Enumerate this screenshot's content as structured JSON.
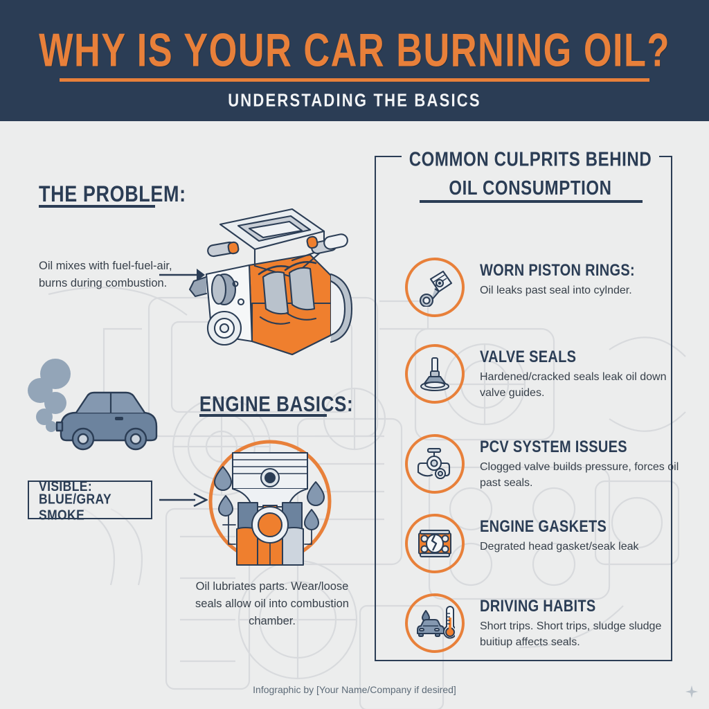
{
  "header": {
    "title": "WHY IS YOUR CAR BURNING OIL?",
    "subtitle": "UNDERSTADING THE BASICS",
    "bg_color": "#2b3d55",
    "accent_color": "#e8803a"
  },
  "left": {
    "problem_heading": "THE PROBLEM:",
    "problem_body": "Oil mixes with fuel-fuel-air, burns during combustion.",
    "visible_label_line1": "VISIBLE:",
    "visible_label_line2": "BLUE/GRAY SMOKE",
    "basics_heading": "ENGINE BASICS:",
    "basics_body": "Oil lubriates parts. Wear/loose seals allow oil into combustion chamber."
  },
  "culprits": {
    "title_line1": "COMMON CULPRITS BEHIND",
    "title_line2": "OIL CONSUMPTION",
    "items": [
      {
        "icon": "piston-icon",
        "title": "WORN PISTON RINGS:",
        "desc": "Oil leaks past seal into cylnder."
      },
      {
        "icon": "valve-icon",
        "title": "VALVE SEALS",
        "desc": "Hardened/cracked seals leak oil  down valve guides."
      },
      {
        "icon": "pcv-valve-icon",
        "title": "PCV SYSTEM ISSUES",
        "desc": "Clogged valve builds pressure, forces oil past seals."
      },
      {
        "icon": "gasket-icon",
        "title": "ENGINE GASKETS",
        "desc": "Degrated head gasket/seak leak"
      },
      {
        "icon": "car-thermometer-icon",
        "title": "DRIVING HABITS",
        "desc": "Short trips. Short trips, sludge sludge buitiup affects seals."
      }
    ]
  },
  "footer": {
    "credit": "Infographic by [Your Name/Company if desired]"
  },
  "palette": {
    "navy": "#2b3d55",
    "orange": "#e8803a",
    "background": "#eceded",
    "slate": "#6e8099",
    "body_text": "#37404a"
  }
}
